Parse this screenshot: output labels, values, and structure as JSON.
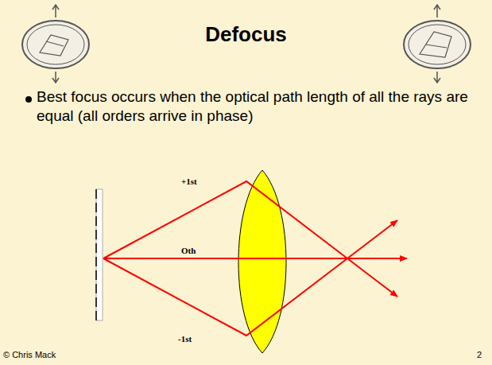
{
  "diagram": {
    "title": "Defocus",
    "labels": [
      "Best focus occurs when the optical path length of all the rays are equal (all orders arrive in phase)",
      "+1st",
      "Oth",
      "-1st",
      "© Chris Mack",
      "2"
    ]
  }
}
